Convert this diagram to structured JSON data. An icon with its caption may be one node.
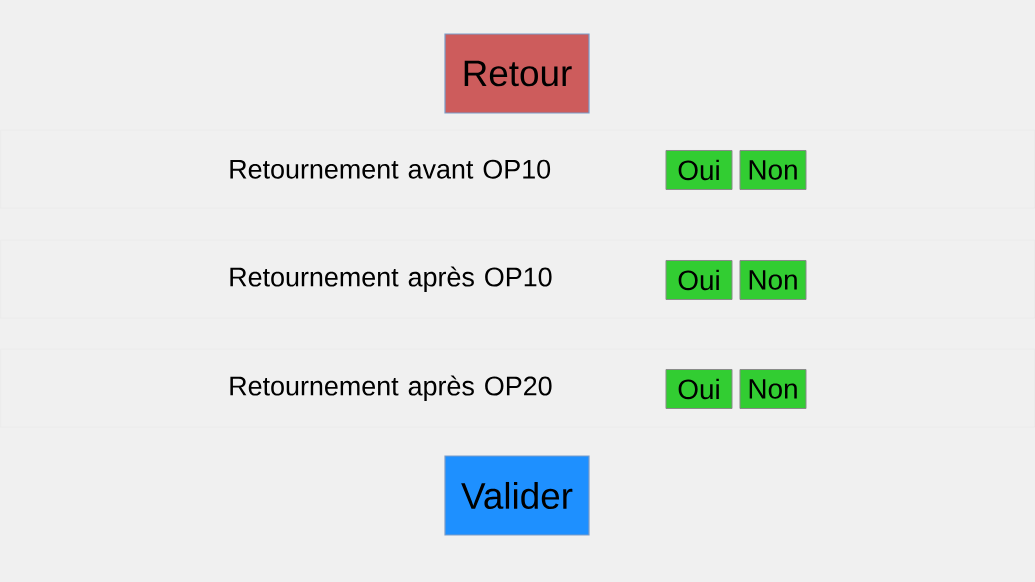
{
  "diagram": {
    "nodes": [
      {
        "text": [
          "Retour"
        ]
      },
      {
        "text": [
          "Retournement avant OP10"
        ]
      },
      {
        "text": [
          "Oui"
        ],
        "in": 1
      },
      {
        "text": [
          "Non"
        ],
        "in": 1
      },
      {
        "text": [
          "Retournement après OP10"
        ]
      },
      {
        "text": [
          "Oui"
        ],
        "in": 4
      },
      {
        "text": [
          "Non"
        ],
        "in": 4
      },
      {
        "text": [
          "Retournement après OP20"
        ]
      },
      {
        "text": [
          "Oui"
        ],
        "in": 7
      },
      {
        "text": [
          "Non"
        ],
        "in": 7
      },
      {
        "text": [
          "Valider"
        ]
      }
    ]
  }
}
